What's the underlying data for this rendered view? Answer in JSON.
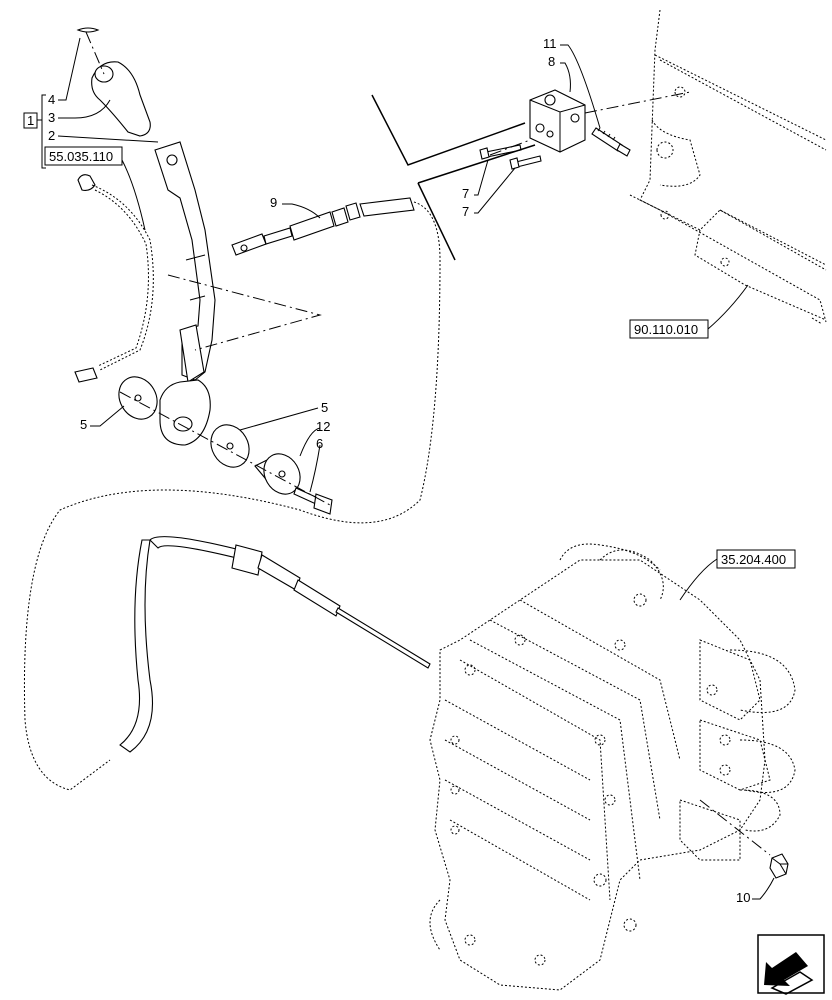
{
  "callouts": {
    "c1": "1",
    "c2": "2",
    "c3": "3",
    "c4": "4",
    "c5a": "5",
    "c5b": "5",
    "c6": "6",
    "c7a": "7",
    "c7b": "7",
    "c8": "8",
    "c9": "9",
    "c10": "10",
    "c11": "11",
    "c12": "12"
  },
  "references": {
    "r_lever_harness": "55.035.110",
    "r_bracket_frame": "90.110.010",
    "r_valve_block": "35.204.400"
  },
  "icons": {
    "nav_arrow": "arrow-icon"
  }
}
